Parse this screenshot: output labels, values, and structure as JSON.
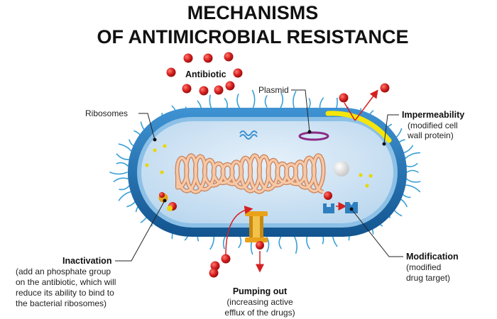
{
  "title": {
    "line1": "MECHANISMS",
    "line2": "OF ANTIMICROBIAL RESISTANCE"
  },
  "labels": {
    "antibiotic": "Antibiotic",
    "plasmid": "Plasmid",
    "ribosomes": "Ribosomes",
    "impermeability": {
      "heading": "Impermeability",
      "lines": [
        "(modified cell",
        "wall protein)"
      ]
    },
    "inactivation": {
      "heading": "Inactivation",
      "lines": [
        "(add an phosphate group",
        "on the antibiotic, which will",
        "reduce its ability to bind to",
        "the bacterial ribosomes)"
      ]
    },
    "modification": {
      "heading": "Modification",
      "lines": [
        "(modified",
        "drug target)"
      ]
    },
    "pumping_out": {
      "heading": "Pumping out",
      "lines": [
        "(increasing active",
        "efflux of the drugs)"
      ]
    }
  },
  "colors": {
    "cell_wall": "#1f6fb2",
    "cytoplasm": "#cfe3f3",
    "flagella": "#3aa0d6",
    "antibiotic": "#d62020",
    "dna": "#f0b48a",
    "plasmid": "#8b2a86",
    "ribosome": "#f2e21a",
    "pump": "#e8a21a",
    "modified_wall": "#f5e60a",
    "target": "#2f7fc0"
  },
  "icons": {
    "nucleoid": "dna-coil-icon",
    "plasmid": "plasmid-ring-icon",
    "pump": "efflux-pump-icon",
    "target": "drug-target-icon"
  }
}
